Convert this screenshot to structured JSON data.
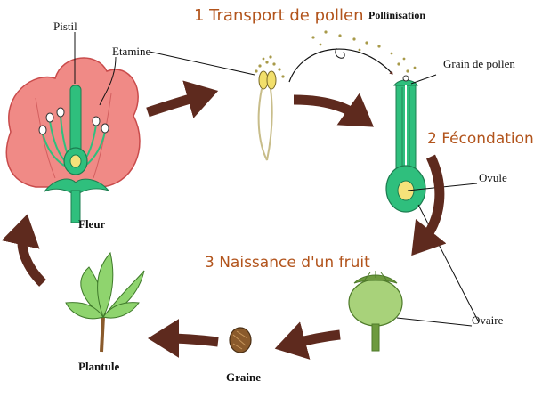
{
  "steps": {
    "s1": "1 Transport de pollen",
    "s2": "2 Fécondation",
    "s3": "3 Naissance d'un fruit"
  },
  "labels": {
    "pollinisation": "Pollinisation",
    "pistil": "Pistil",
    "etamine": "Etamine",
    "grain": "Grain de pollen",
    "ovule": "Ovule",
    "ovaire": "Ovaire",
    "fleur": "Fleur",
    "plantule": "Plantule",
    "graine": "Graine"
  },
  "colors": {
    "arrow": "#5e2a1e",
    "step_text": "#b2541c",
    "petal": "#f08a86",
    "green": "#2fbf7d",
    "seed": "#8a5a2b"
  }
}
